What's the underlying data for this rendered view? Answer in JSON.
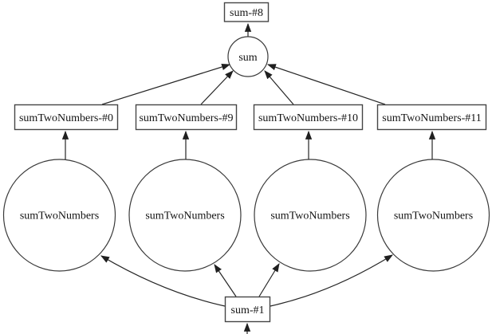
{
  "diagram": {
    "type": "directed-graph",
    "background_color": "#ffffff",
    "node_fill_color": "#ffffff",
    "node_border_color": "#454545",
    "edge_color": "#262626",
    "text_color": "#141414",
    "nodes": [
      {
        "id": "sum-#8",
        "shape": "box",
        "label": "sum-#8"
      },
      {
        "id": "sum",
        "shape": "ellipse",
        "label": "sum"
      },
      {
        "id": "sumTwoNumbers-#0",
        "shape": "box",
        "label": "sumTwoNumbers-#0"
      },
      {
        "id": "sumTwoNumbers-#9",
        "shape": "box",
        "label": "sumTwoNumbers-#9"
      },
      {
        "id": "sumTwoNumbers-#10",
        "shape": "box",
        "label": "sumTwoNumbers-#10"
      },
      {
        "id": "sumTwoNumbers-#11",
        "shape": "box",
        "label": "sumTwoNumbers-#11"
      },
      {
        "id": "sumTwoNumbers-a",
        "shape": "ellipse",
        "label": "sumTwoNumbers"
      },
      {
        "id": "sumTwoNumbers-b",
        "shape": "ellipse",
        "label": "sumTwoNumbers"
      },
      {
        "id": "sumTwoNumbers-c",
        "shape": "ellipse",
        "label": "sumTwoNumbers"
      },
      {
        "id": "sumTwoNumbers-d",
        "shape": "ellipse",
        "label": "sumTwoNumbers"
      },
      {
        "id": "sum-#1",
        "shape": "box",
        "label": "sum-#1"
      }
    ],
    "edges": [
      {
        "from": "sum",
        "to": "sum-#8"
      },
      {
        "from": "sumTwoNumbers-#0",
        "to": "sum"
      },
      {
        "from": "sumTwoNumbers-#9",
        "to": "sum"
      },
      {
        "from": "sumTwoNumbers-#10",
        "to": "sum"
      },
      {
        "from": "sumTwoNumbers-#11",
        "to": "sum"
      },
      {
        "from": "sumTwoNumbers-a",
        "to": "sumTwoNumbers-#0"
      },
      {
        "from": "sumTwoNumbers-b",
        "to": "sumTwoNumbers-#9"
      },
      {
        "from": "sumTwoNumbers-c",
        "to": "sumTwoNumbers-#10"
      },
      {
        "from": "sumTwoNumbers-d",
        "to": "sumTwoNumbers-#11"
      },
      {
        "from": "sum-#1",
        "to": "sumTwoNumbers-a"
      },
      {
        "from": "sum-#1",
        "to": "sumTwoNumbers-b"
      },
      {
        "from": "sum-#1",
        "to": "sumTwoNumbers-c"
      },
      {
        "from": "sum-#1",
        "to": "sumTwoNumbers-d"
      },
      {
        "from": "offscreen-bottom",
        "to": "sum-#1"
      }
    ]
  }
}
